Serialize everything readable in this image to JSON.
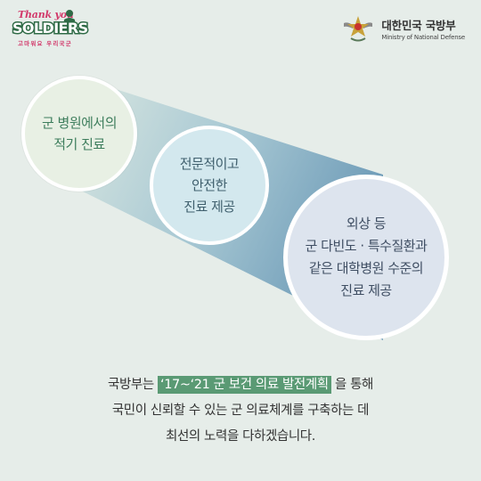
{
  "logo": {
    "thank": "Thank you",
    "main": "SOLDIERS",
    "sub": "고마워요 우리국군"
  },
  "ministry": {
    "name_ko": "대한민국 국방부",
    "name_en": "Ministry of National Defense"
  },
  "circles": [
    {
      "lines": [
        "군 병원에서의",
        "적기 진료"
      ]
    },
    {
      "lines": [
        "전문적이고",
        "안전한",
        "진료 제공"
      ]
    },
    {
      "lines": [
        "외상 등",
        "군 다빈도 · 특수질환과",
        "같은 대학병원 수준의",
        "진료 제공"
      ]
    }
  ],
  "bottom": {
    "line1_prefix": "국방부는",
    "line1_highlight": "‘17~‘21 군 보건 의료 발전계획",
    "line1_suffix": "을 통해",
    "line2": "국민이 신뢰할 수 있는 군 의료체계를 구축하는 데",
    "line3": "최선의 노력을 다하겠습니다."
  },
  "colors": {
    "background": "#e6ede9",
    "accent_green": "#5a9a74",
    "brand_pink": "#d23a6b",
    "band_start": "#c9dcd6",
    "band_end": "#6f9cb8"
  },
  "icons": [
    "soldier-silhouette-icon",
    "mnd-emblem-icon"
  ]
}
